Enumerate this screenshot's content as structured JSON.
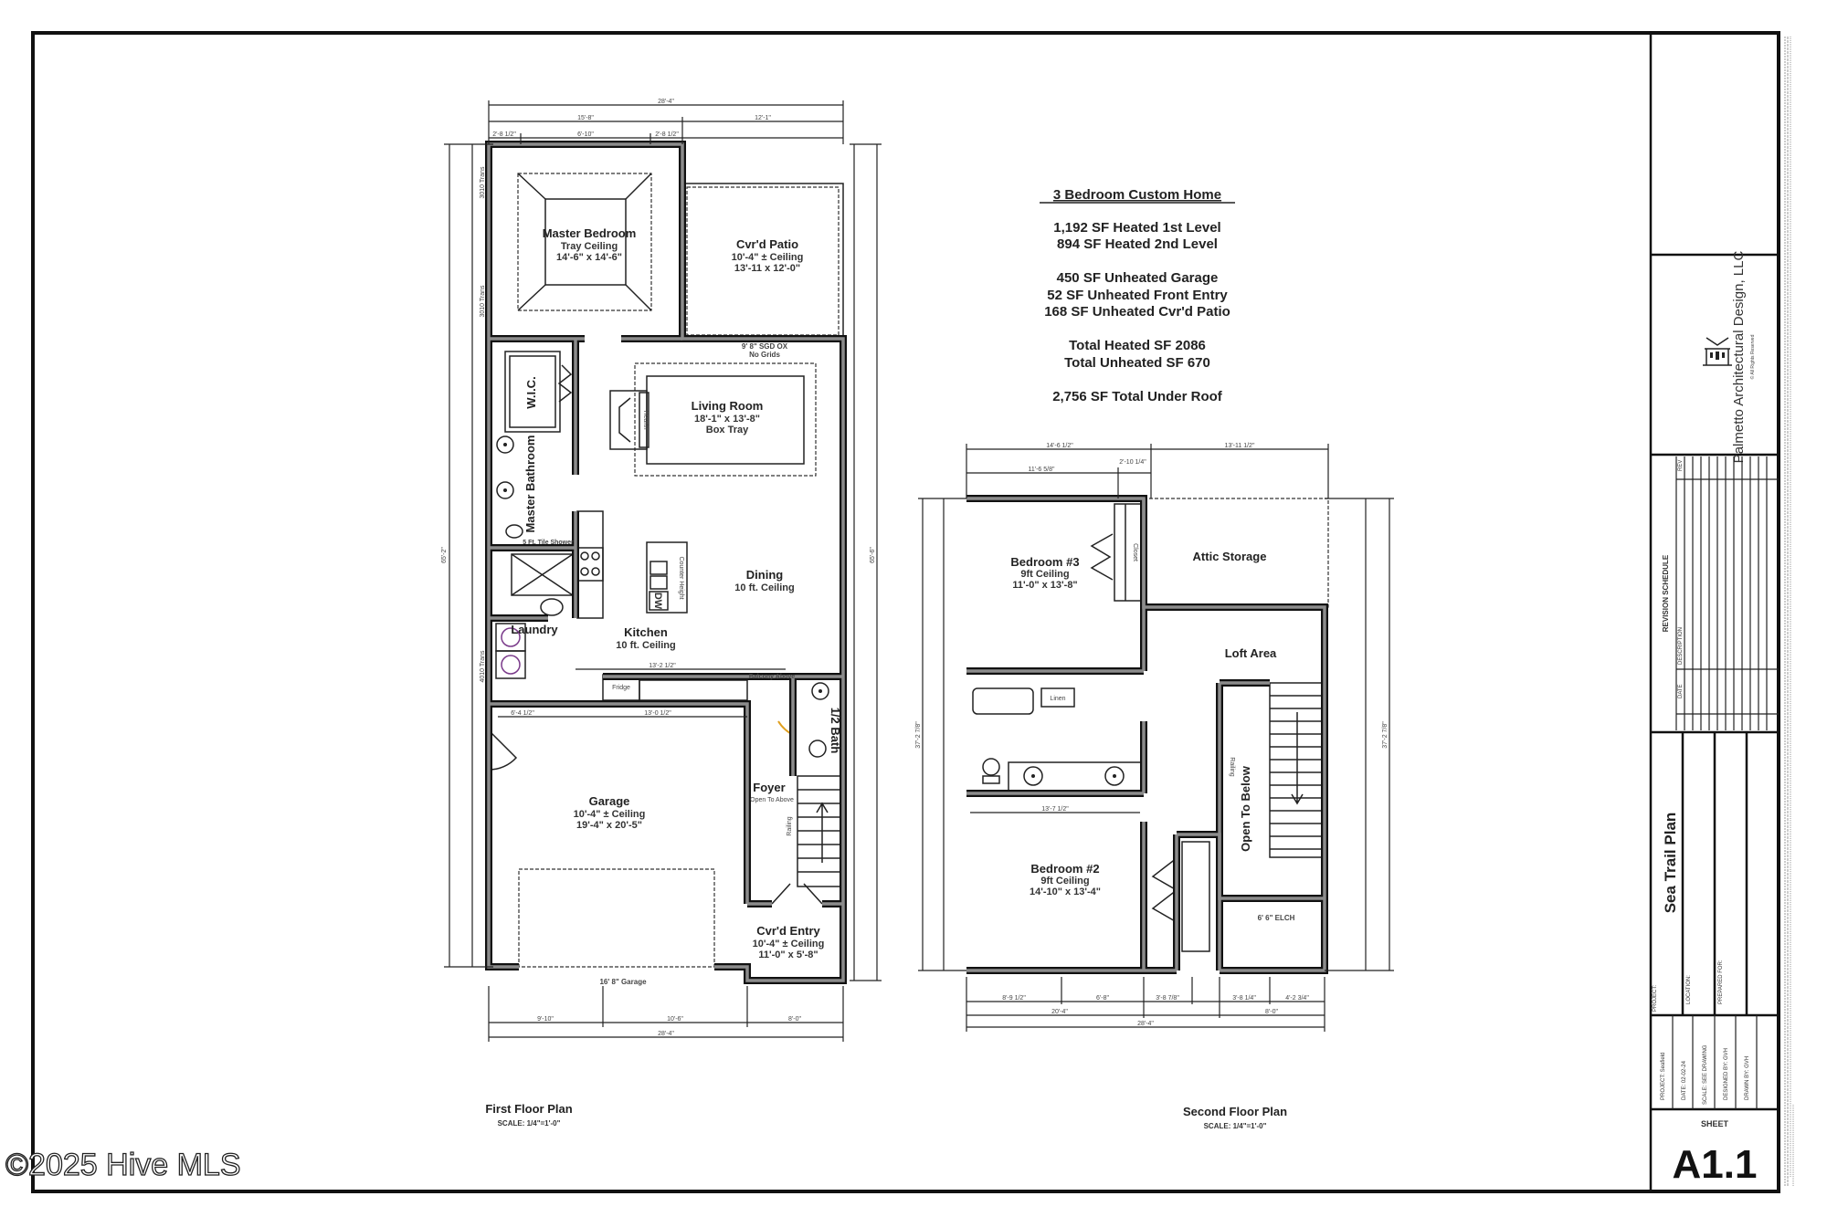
{
  "summary": {
    "title": "3 Bedroom Custom Home",
    "lines": [
      "1,192 SF Heated 1st Level",
      "894 SF Heated 2nd Level",
      "450 SF Unheated Garage",
      "52 SF Unheated Front Entry",
      "168 SF Unheated Cvr'd Patio",
      "Total Heated SF 2086",
      "Total Unheated SF 670",
      "2,756 SF Total Under Roof"
    ]
  },
  "first_floor": {
    "title": "First Floor Plan",
    "scale": "SCALE: 1/4\"=1'-0\"",
    "rooms": {
      "master_bedroom": {
        "name": "Master Bedroom",
        "l1": "Tray Ceiling",
        "l2": "14'-6\" x 14'-6\""
      },
      "patio": {
        "name": "Cvr'd Patio",
        "l1": "10'-4\" ± Ceiling",
        "l2": "13'-11 x 12'-0\""
      },
      "sgd": {
        "l1": "9' 8\" SGD OX",
        "l2": "No Grids"
      },
      "living": {
        "name": "Living Room",
        "l1": "18'-1\" x 13'-8\"",
        "l2": "Box Tray"
      },
      "wic": "W.I.C.",
      "master_bath": "Master Bathroom",
      "hearth": "Hearth",
      "dining": {
        "name": "Dining",
        "l1": "10 ft. Ceiling"
      },
      "kitchen": {
        "name": "Kitchen",
        "l1": "10 ft. Ceiling"
      },
      "laundry": "Laundry",
      "dw": "DW",
      "counter": "Counter Height",
      "fridge": "Fridge",
      "shower": "5 Ft. Tile Shower",
      "garage": {
        "name": "Garage",
        "l1": "10'-4\" ± Ceiling",
        "l2": "19'-4\" x 20'-5\""
      },
      "garage_door": "16' 8\" Garage",
      "foyer": {
        "name": "Foyer",
        "l1": "Open To Above"
      },
      "railing": "Railing",
      "half_bath": "1/2 Bath",
      "balcony": "Balcony Above",
      "entry": {
        "name": "Cvr'd Entry",
        "l1": "10'-4\" ± Ceiling",
        "l2": "11'-0\" x 5'-8\""
      },
      "trans1": "3010 Trans",
      "trans2": "3010 Trans",
      "trans3": "4010 Trans"
    },
    "dims": {
      "top_overall": "28'-4\"",
      "top_a": "15'-8\"",
      "top_b": "12'-1\"",
      "top_c": "2'-8 1/2\"",
      "top_d": "6'-10\"",
      "top_e": "2'-8 1/2\"",
      "bottom_a": "9'-10\"",
      "bottom_b": "10'-6\"",
      "bottom_c": "8'-0\"",
      "bottom_overall": "28'-4\"",
      "left_overall": "65'-2\"",
      "right_overall": "65'-6\"",
      "kitchen_w": "13'-2 1/2\"",
      "garage_w": "13'-0 1/2\"",
      "garage_l": "6'-4 1/2\""
    }
  },
  "second_floor": {
    "title": "Second Floor Plan",
    "scale": "SCALE: 1/4\"=1'-0\"",
    "rooms": {
      "bedroom3": {
        "name": "Bedroom #3",
        "l1": "9ft Ceiling",
        "l2": "11'-0\" x 13'-8\""
      },
      "attic": "Attic Storage",
      "loft": "Loft Area",
      "open": "Open To Below",
      "bedroom2": {
        "name": "Bedroom #2",
        "l1": "9ft Ceiling",
        "l2": "14'-10\" x 13'-4\""
      },
      "elch": "6' 6\" ELCH",
      "closet": "Closet",
      "linen": "Linen",
      "railing": "Railing"
    },
    "dims": {
      "top_a": "14'-6 1/2\"",
      "top_b": "13'-11 1/2\"",
      "top_c": "11'-6 5/8\"",
      "top_d": "2'-10 1/4\"",
      "bottom_a": "8'-9 1/2\"",
      "bottom_b": "6'-8\"",
      "bottom_c": "3'-8 7/8\"",
      "bottom_d": "3'-8 1/4\"",
      "bottom_e": "4'-2 3/4\"",
      "bottom_f": "20'-4\"",
      "bottom_g": "8'-0\"",
      "bottom_overall": "28'-4\"",
      "left_overall": "37'-2 7/8\"",
      "right_overall": "37'-2 7/8\"",
      "bed2_w": "13'-7 1/2\""
    }
  },
  "title_block": {
    "company": "Palmetto Architectural Design, LLC",
    "company_sub": "© All Rights Reserved",
    "revision_schedule": "REVISION SCHEDULE",
    "rev_cols": [
      "REV",
      "DATE",
      "DESCRIPTION"
    ],
    "project_name": "Sea Trail Plan",
    "project_label": "PROJECT:",
    "location_label": "LOCATION:",
    "prepared_label": "PREPARED FOR:",
    "info": [
      "PROJECT: Seafield",
      "DATE: 02-02-24",
      "SCALE: SEE DRAWING",
      "DESIGNED BY: GVH",
      "DRAWN BY: GVH"
    ],
    "sheet_label": "SHEET",
    "sheet_number": "A1.1"
  },
  "watermark": "©2025 Hive MLS"
}
